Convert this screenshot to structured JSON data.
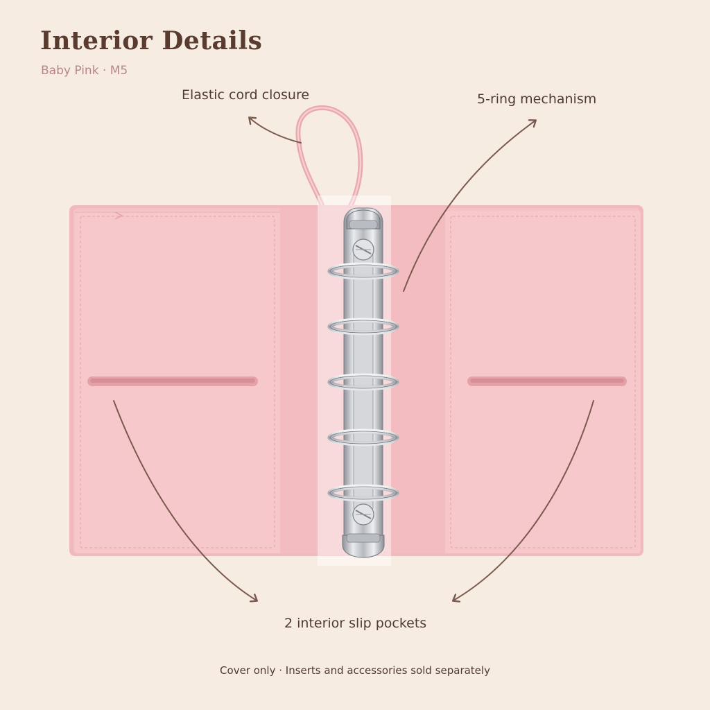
{
  "header": {
    "title": "Interior Details",
    "subtitle": "Baby Pink · M5"
  },
  "callouts": {
    "elastic": "Elastic cord closure",
    "rings": "5-ring mechanism",
    "pockets": "2 interior slip pockets"
  },
  "footer": {
    "note": "Cover only · Inserts and accessories sold separately"
  },
  "colors": {
    "background": "#f7ece2",
    "cover_pink": "#f5c3c6",
    "cover_pink_dark": "#eeb3b8",
    "metal": "#c9ccd2",
    "arrow": "#7a5a4d",
    "title": "#5a3b2f",
    "subtitle": "#b8848a"
  },
  "product": {
    "ring_count": 5,
    "pocket_count": 2
  }
}
